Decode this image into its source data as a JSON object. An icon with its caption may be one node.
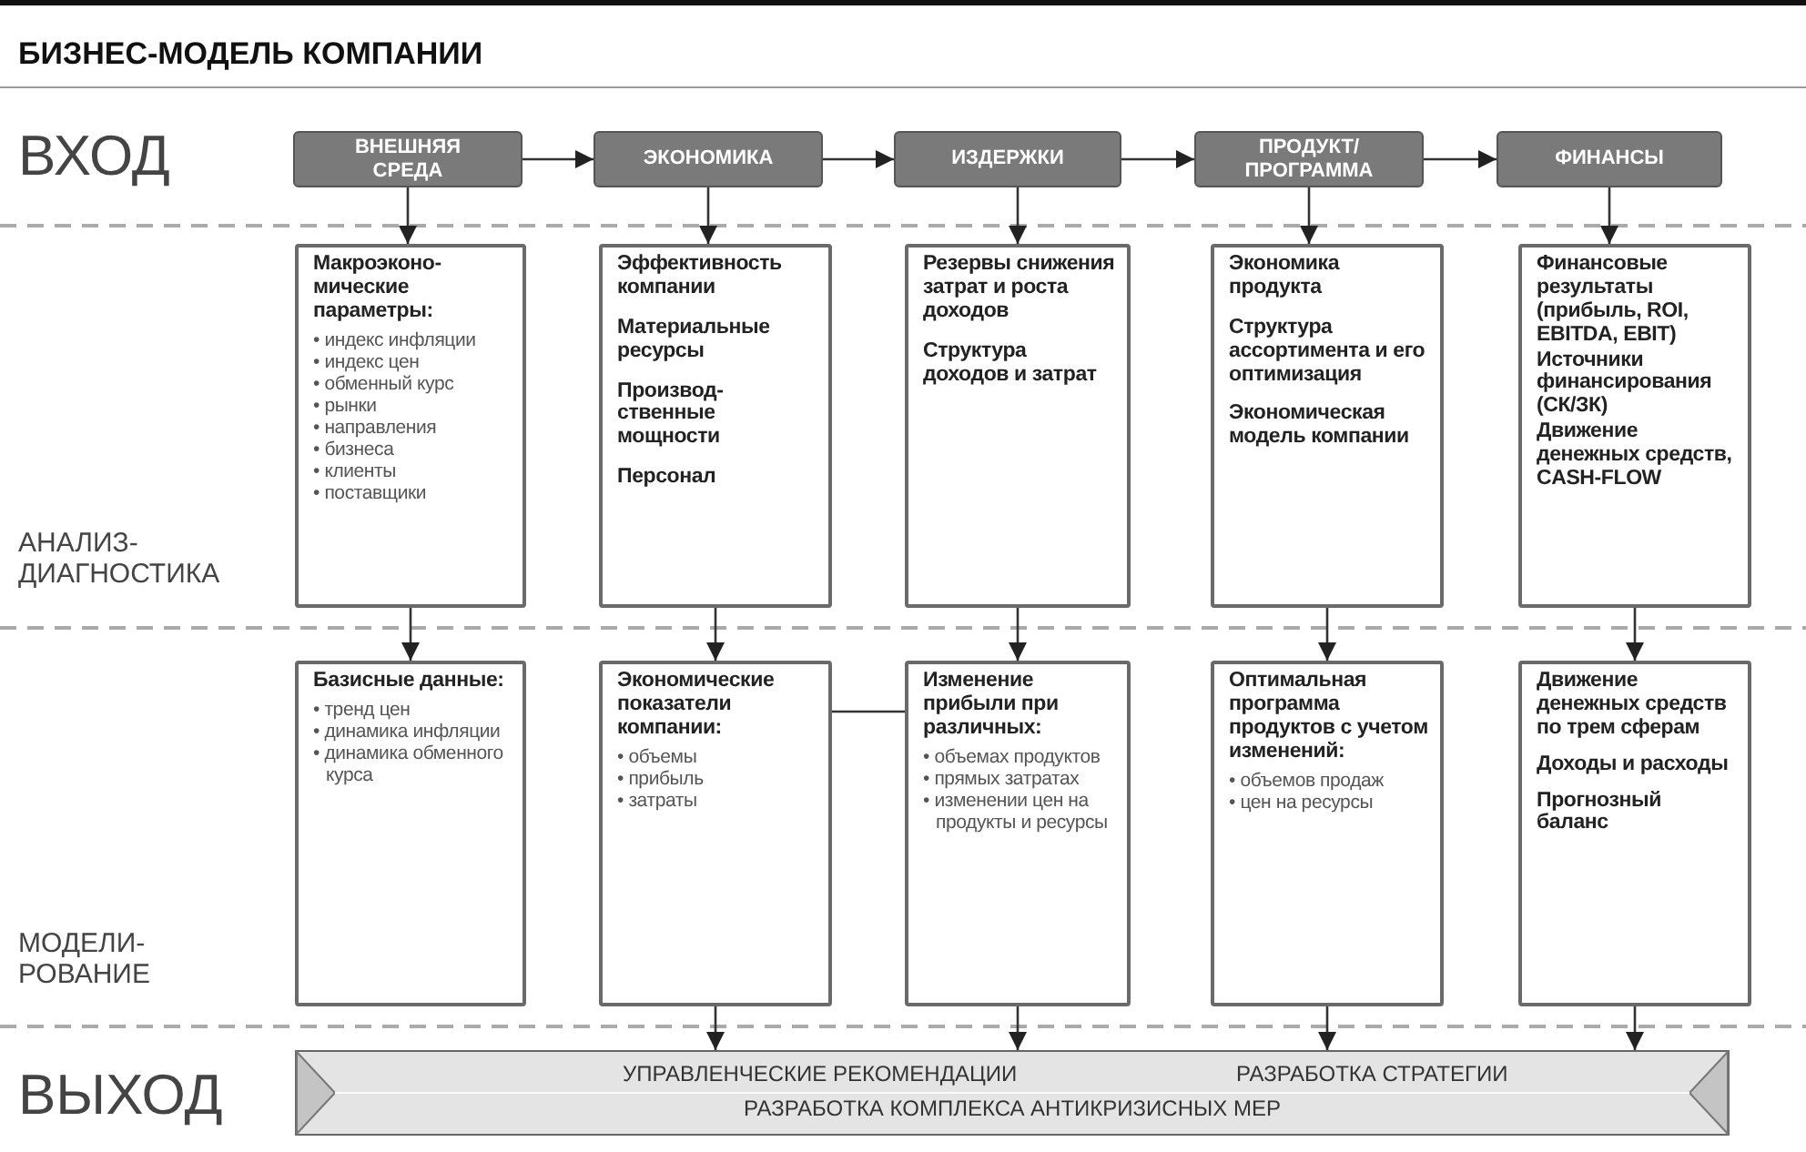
{
  "diagram": {
    "title": "БИЗНЕС-МОДЕЛЬ КОМПАНИИ",
    "nodes": [
      {
        "text": [
          "ВНЕШНЯЯ СРЕДА"
        ]
      },
      {
        "text": [
          "ЭКОНОМИКА"
        ]
      },
      {
        "text": [
          "ИЗДЕРЖКИ"
        ]
      },
      {
        "text": [
          "ПРОДУКТ/ ПРОГРАММА"
        ]
      },
      {
        "text": [
          "ФИНАНСЫ"
        ]
      },
      {
        "text": [
          "Макроэконо- мические параметры:",
          "• индекс инфляции",
          "• индекс цен",
          "• обменный курс",
          "• рынки",
          "• направления",
          "• бизнеса",
          "• клиенты",
          "• поставщики"
        ]
      },
      {
        "text": [
          "Эффективность компании",
          "Материальные ресурсы",
          "Производ- ственные мощности",
          "Персонал"
        ]
      },
      {
        "text": [
          "Резервы снижения затрат и роста доходов",
          "Структура доходов и затрат"
        ]
      },
      {
        "text": [
          "Экономика продукта",
          "Структура ассортимента и его оптимизация",
          "Экономическая модель компании"
        ]
      },
      {
        "text": [
          "Финансовые результаты (прибыль, ROI, EBITDA, EBIT)",
          "Источники финансирования (СК/ЗК)",
          "Движение денежных средств, CASH-FLOW"
        ]
      },
      {
        "text": [
          "Базисные данные:",
          "• тренд цен",
          "• динамика инфляции",
          "• динамика обменного курса"
        ]
      },
      {
        "text": [
          "Экономические показатели компании:",
          "• объемы",
          "• прибыль",
          "• затраты"
        ]
      },
      {
        "text": [
          "Изменение прибыли при различных:",
          "• объемах продуктов",
          "• прямых затратах",
          "• изменении цен на продукты и ресурсы"
        ]
      },
      {
        "text": [
          "Оптимальная программа продуктов с учетом изменений:",
          "• объемов продаж",
          "• цен на ресурсы"
        ]
      },
      {
        "text": [
          "Движение денежных средств по трем сферам",
          "Доходы и расходы",
          "Прогнозный баланс"
        ]
      },
      {
        "text": [
          "УПРАВЛЕНЧЕСКИЕ РЕКОМЕНДАЦИИ",
          "РАЗРАБОТКА СТРАТЕГИИ",
          "РАЗРАБОТКА КОМПЛЕКСА АНТИКРИЗИСНЫХ МЕР"
        ]
      }
    ],
    "edges": [
      {
        "from": 0,
        "to": 1,
        "arrow": "to"
      },
      {
        "from": 1,
        "to": 2,
        "arrow": "to"
      },
      {
        "from": 2,
        "to": 3,
        "arrow": "to"
      },
      {
        "from": 3,
        "to": 4,
        "arrow": "to"
      },
      {
        "from": 0,
        "to": 5,
        "arrow": "to"
      },
      {
        "from": 1,
        "to": 6,
        "arrow": "to"
      },
      {
        "from": 2,
        "to": 7,
        "arrow": "to"
      },
      {
        "from": 3,
        "to": 8,
        "arrow": "to"
      },
      {
        "from": 4,
        "to": 9,
        "arrow": "to"
      },
      {
        "from": 5,
        "to": 10,
        "arrow": "to"
      },
      {
        "from": 6,
        "to": 11,
        "arrow": "to"
      },
      {
        "from": 7,
        "to": 12,
        "arrow": "to"
      },
      {
        "from": 8,
        "to": 13,
        "arrow": "to"
      },
      {
        "from": 9,
        "to": 14,
        "arrow": "to"
      },
      {
        "from": 11,
        "to": 12,
        "arrow": "none"
      },
      {
        "from": 11,
        "to": 15,
        "arrow": "to"
      },
      {
        "from": 12,
        "to": 15,
        "arrow": "to"
      },
      {
        "from": 13,
        "to": 15,
        "arrow": "to"
      },
      {
        "from": 14,
        "to": 15,
        "arrow": "to"
      }
    ],
    "labels": [
      "ВХОД",
      "АНАЛИЗ- ДИАГНОСТИКА",
      "МОДЕЛИ- РОВАНИЕ",
      "ВЫХОД"
    ]
  }
}
